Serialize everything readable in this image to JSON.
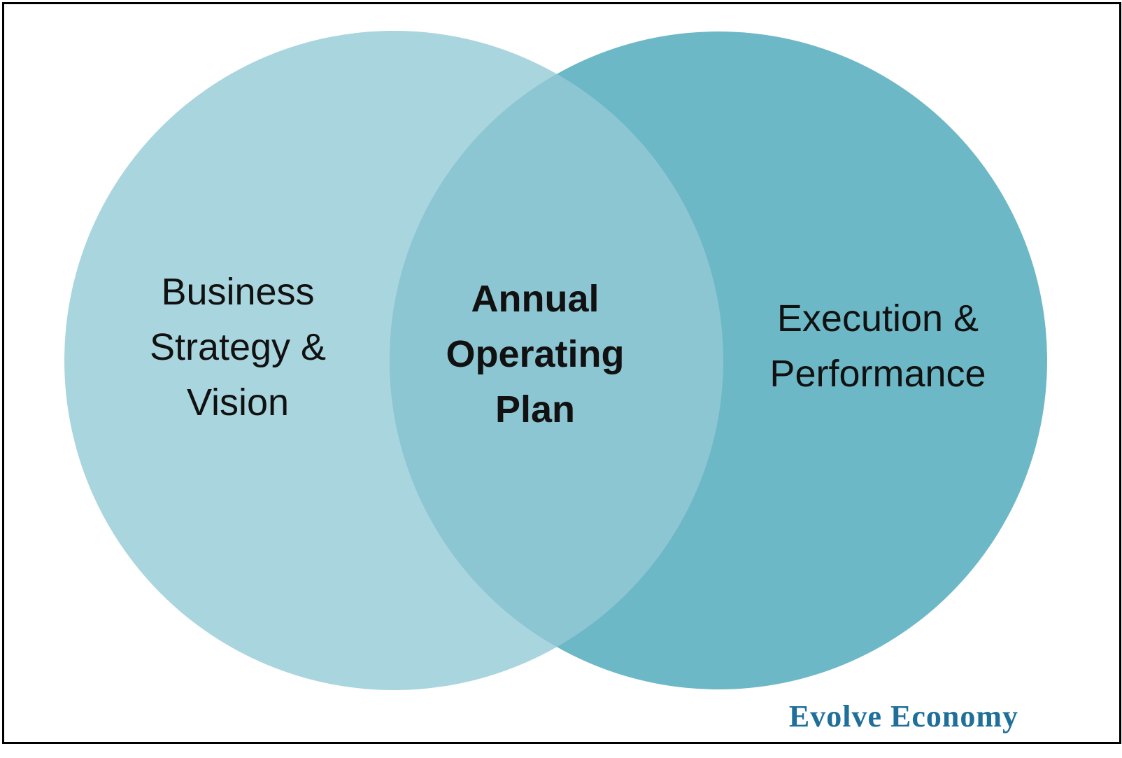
{
  "diagram": {
    "left_circle": {
      "label_lines": [
        "Business",
        "Strategy &",
        "Vision"
      ],
      "color": "#a9d5de"
    },
    "right_circle": {
      "label_lines": [
        "Execution &",
        "Performance"
      ],
      "color": "#6db8c6"
    },
    "intersection": {
      "label_lines": [
        "Annual",
        "Operating",
        "Plan"
      ],
      "color": "#8dc6d3"
    }
  },
  "brand": {
    "text": "Evolve Economy",
    "color": "#1f6f9a"
  }
}
